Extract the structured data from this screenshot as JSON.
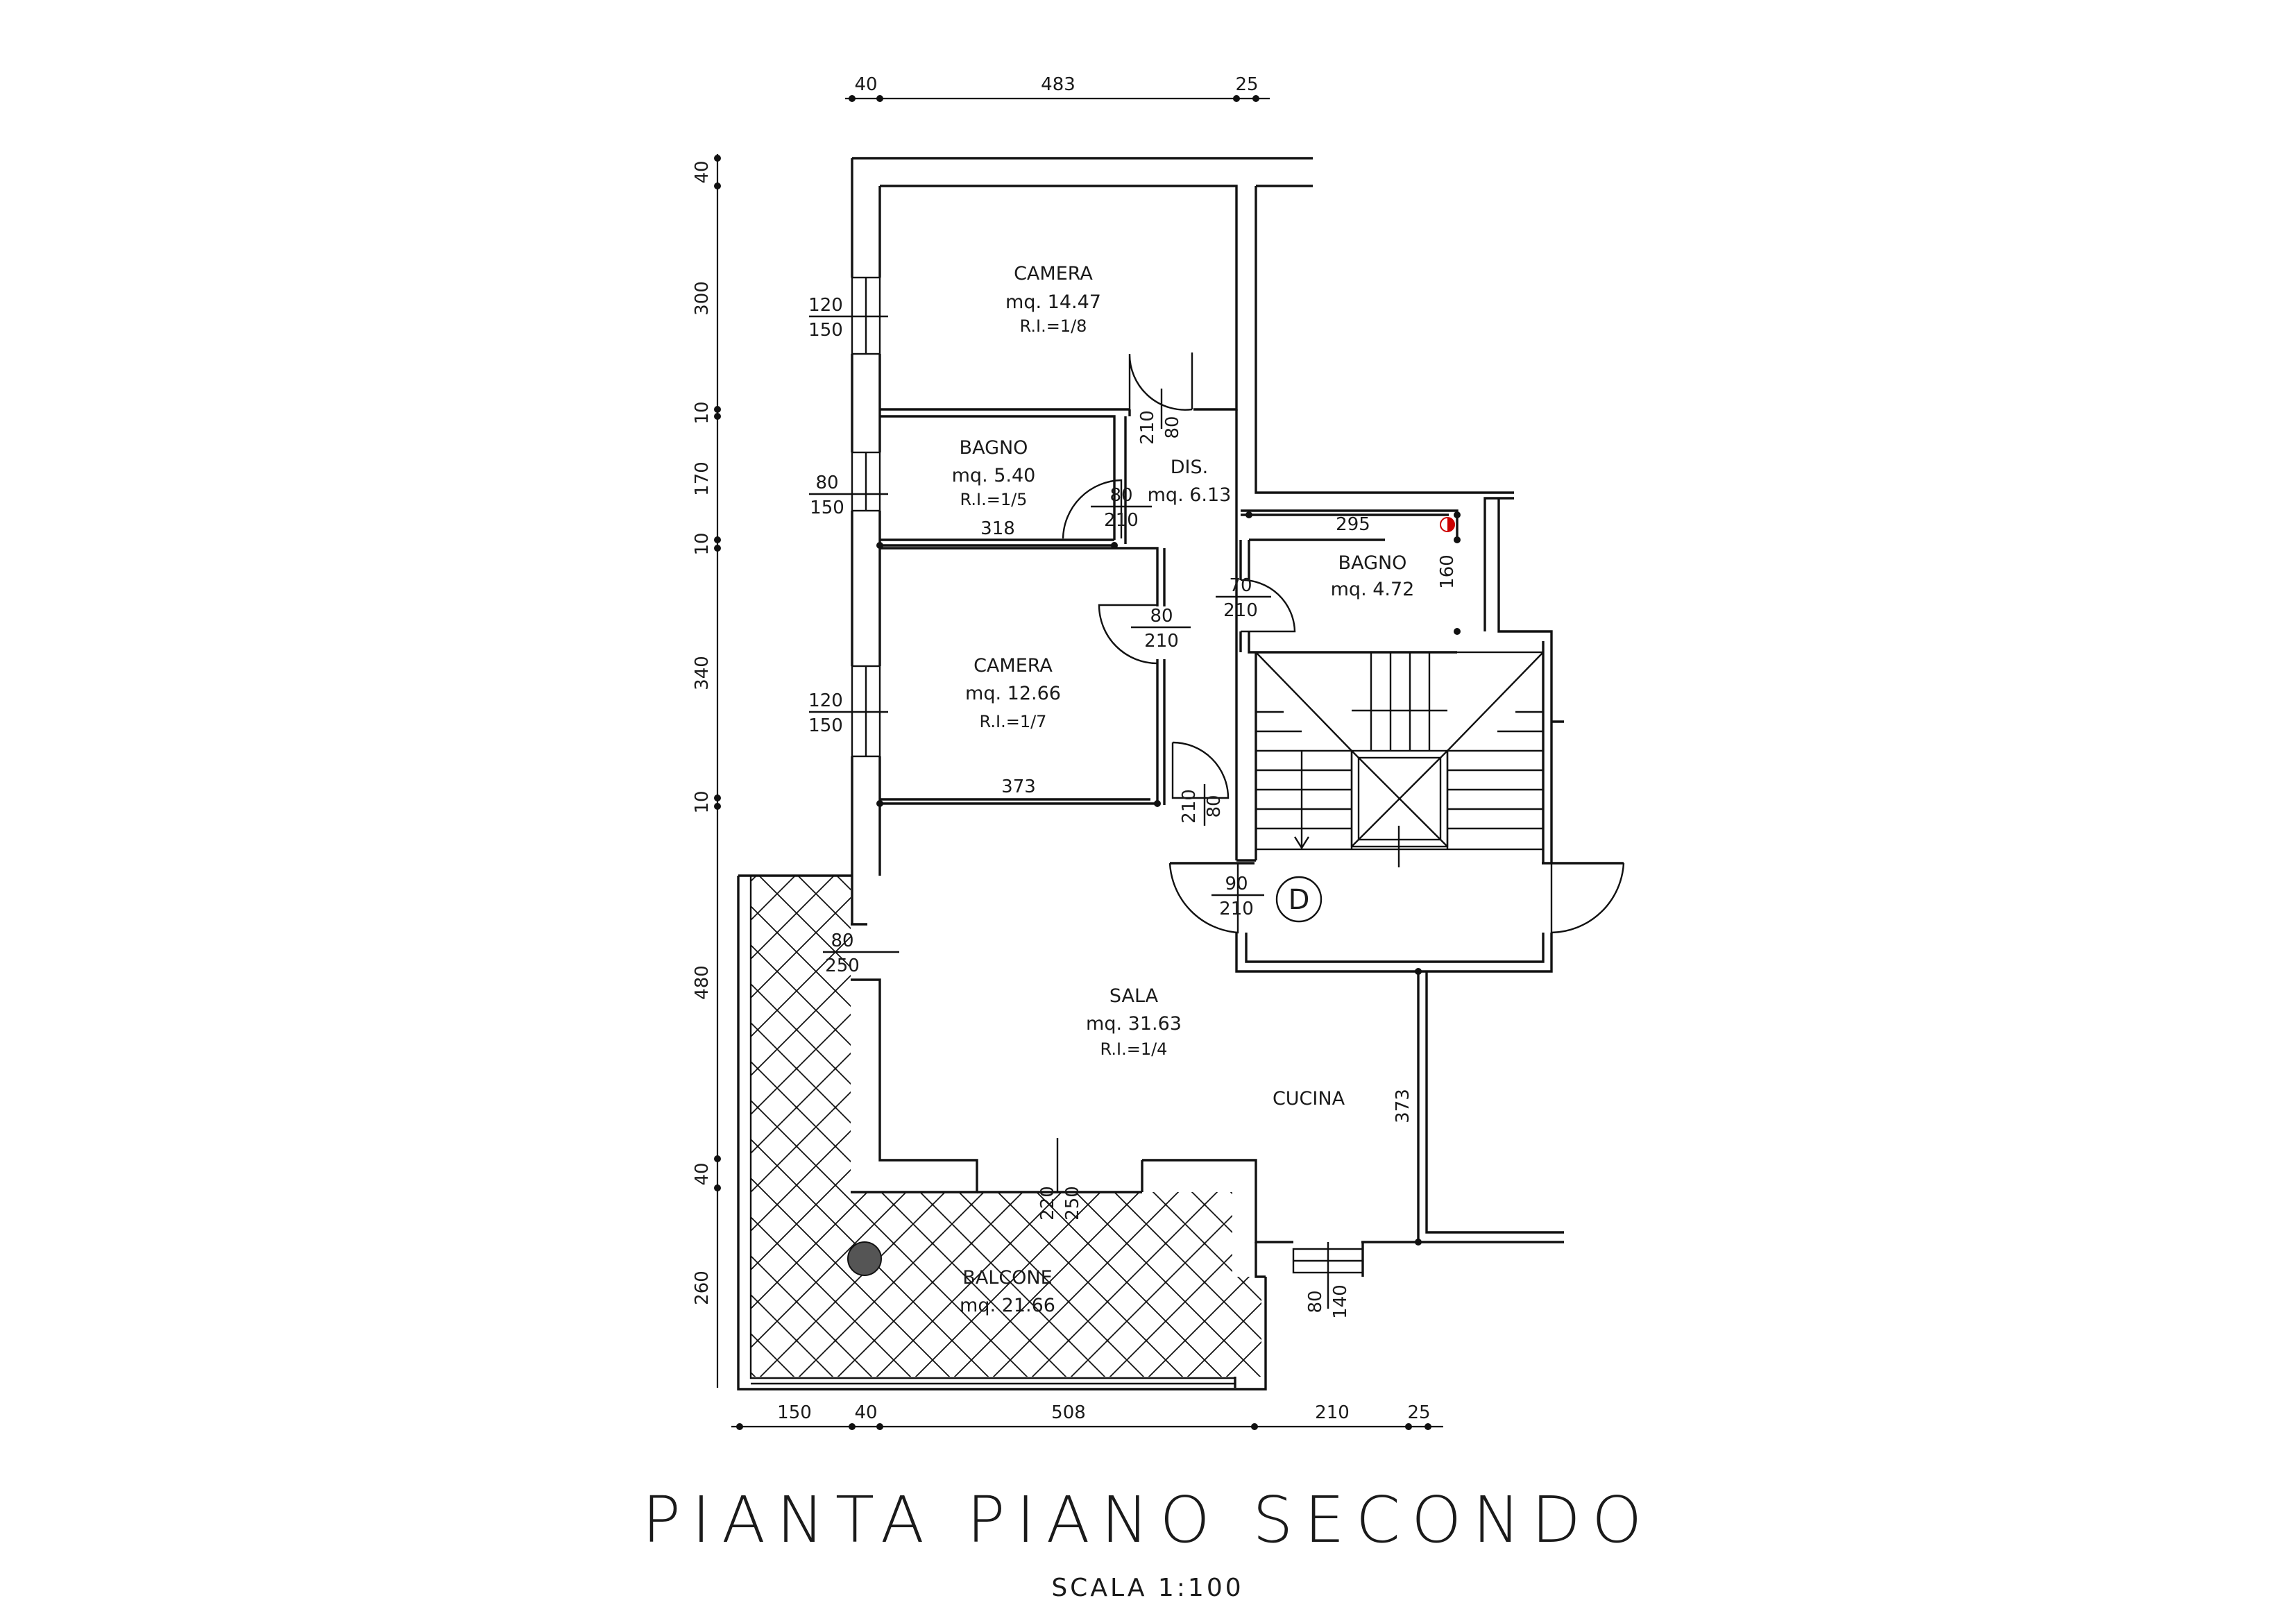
{
  "title": "PIANTA PIANO SECONDO",
  "scale": "SCALA 1:100",
  "rooms": {
    "camera_1": {
      "name": "CAMERA",
      "area": "mq.  14.47",
      "ri": "R.I.=1/8"
    },
    "bagno_1": {
      "name": "BAGNO",
      "area": "mq.  5.40",
      "ri": "R.I.=1/5"
    },
    "dis": {
      "name": "DIS.",
      "area": "mq.  6.13"
    },
    "bagno_2": {
      "name": "BAGNO",
      "area": "mq.  4.72"
    },
    "camera_2": {
      "name": "CAMERA",
      "area": "mq.  12.66",
      "ri": "R.I.=1/7"
    },
    "sala": {
      "name": "SALA",
      "area": "mq.  31.63",
      "ri": "R.I.=1/4"
    },
    "cucina": {
      "name": "CUCINA"
    },
    "balcone": {
      "name": "BALCONE",
      "area": "mq.  21.66"
    }
  },
  "dims_top": [
    "40",
    "483",
    "25"
  ],
  "dims_left": [
    "40",
    "300",
    "10",
    "170",
    "10",
    "340",
    "10",
    "480",
    "40",
    "260"
  ],
  "dims_bottom": [
    "150",
    "40",
    "508",
    "210",
    "25"
  ],
  "openings": {
    "win_camera_1": {
      "w": "120",
      "h": "150"
    },
    "win_bagno_1": {
      "w": "80",
      "h": "150"
    },
    "win_camera_2": {
      "w": "120",
      "h": "150"
    },
    "door_sala_balcone_left": {
      "w": "80",
      "h": "250"
    },
    "door_camera_1": {
      "w": "80",
      "h": "210"
    },
    "door_bagno_1": {
      "w": "80",
      "h": "210"
    },
    "door_camera_2": {
      "w": "80",
      "h": "210"
    },
    "door_bagno_2": {
      "w": "70",
      "h": "210"
    },
    "door_dis_sala": {
      "w": "80",
      "h": "210"
    },
    "door_entrance": {
      "w": "90",
      "h": "210"
    },
    "door_balcone_bottom": {
      "w": "220",
      "h": "250"
    },
    "win_cucina": {
      "w": "80",
      "h": "140"
    }
  },
  "inner_dims": {
    "bagno_1_width": "318",
    "camera_2_width": "373",
    "bagno_2_width": "295",
    "bagno_2_depth": "160",
    "cucina_depth": "373"
  },
  "entrance_label": "D"
}
